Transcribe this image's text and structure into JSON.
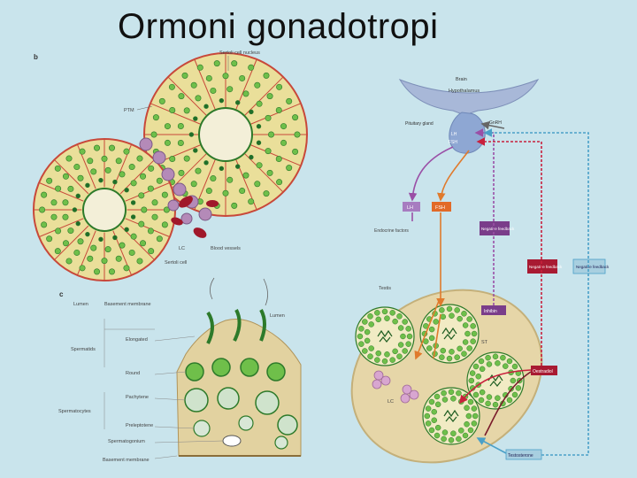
{
  "slide": {
    "title": "Ormoni gonadotropi"
  },
  "panel_b": {
    "panel_letter": "b",
    "labels": {
      "sertoli_nucleus": "Sertoli cell nucleus",
      "ptm": "PTM",
      "lc": "LC",
      "blood_vessels": "Blood vessels",
      "sertoli_cell": "Sertoli cell"
    }
  },
  "panel_c": {
    "panel_letter": "c",
    "labels": {
      "lumen_left": "Lumen",
      "basement_top": "Basement membrane",
      "lumen_right": "Lumen",
      "elongated": "Elongated",
      "spermatids": "Spermatids",
      "round": "Round",
      "pachytene": "Pachytene",
      "spermatocytes": "Spermatocytes",
      "preleptotene": "Preleptotene",
      "spermatogonium": "Spermatogonium",
      "basement_bottom": "Basement membrane"
    }
  },
  "axis": {
    "brain": "Brain",
    "hypothalamus": "Hypothalamus",
    "pituitary": "Pituitary gland",
    "gnrh": "GnRH",
    "lh_small": "LH",
    "fsh_small": "FSH",
    "lh_box": "LH",
    "fsh_box": "FSH",
    "endocrine": "Endocrine factors",
    "neg_feedback_1": "Negative feedback",
    "neg_feedback_2": "Negative feedback",
    "neg_feedback_3": "Negative feedback",
    "testis": "Testis",
    "inhibin": "Inhibin",
    "st": "ST",
    "lc": "LC",
    "oestradiol": "Oestradiol",
    "testosterone": "Testosterone"
  },
  "colors": {
    "background": "#c9e4ec",
    "tubule_fill": "#eadf9a",
    "cell_green": "#3c9a35",
    "septum_red": "#c8483a",
    "leydig_purple": "#b48ab8",
    "blood_red": "#a0182a",
    "lh_box": "#a77cc0",
    "fsh_box": "#e26a28",
    "testis_fill": "#e6d6a8",
    "arrow_purple": "#9a4fa6",
    "arrow_orange": "#e07a2c",
    "arrow_red": "#c8203c",
    "arrow_blue": "#4aa0c8"
  }
}
